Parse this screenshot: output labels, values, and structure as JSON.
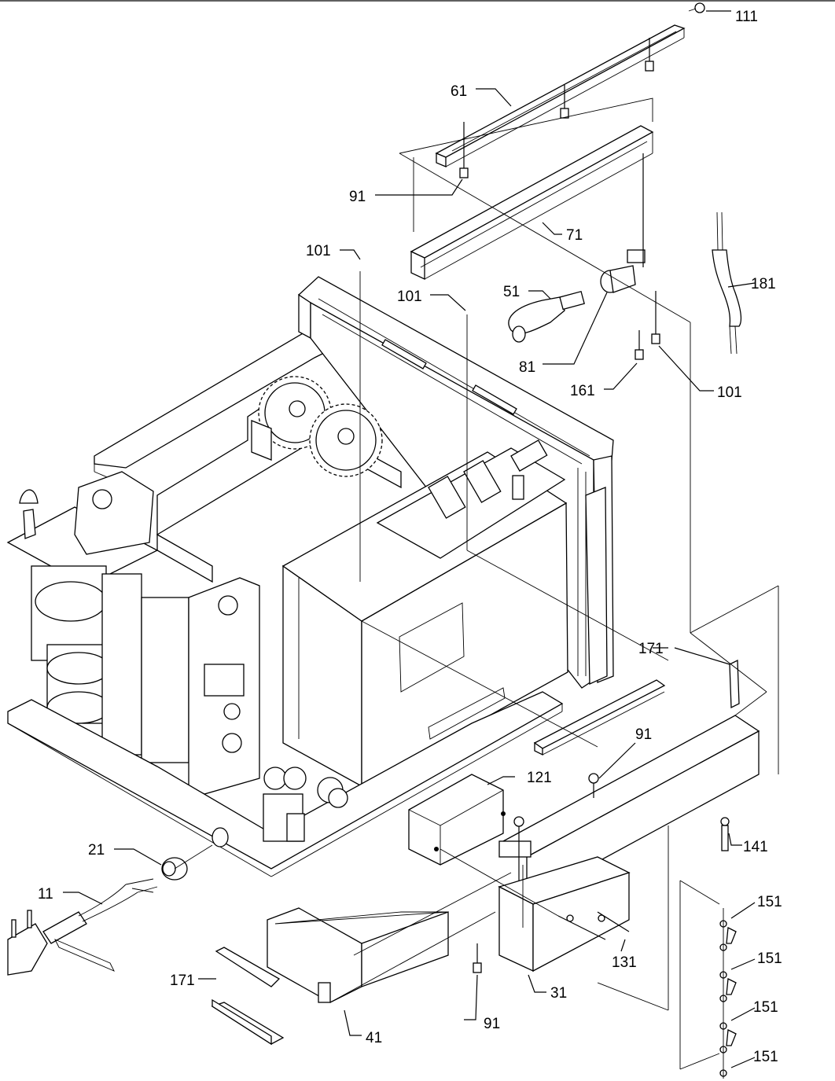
{
  "diagram": {
    "title": "",
    "callouts": {
      "c111": "111",
      "c61": "61",
      "c91a": "91",
      "c71": "71",
      "c101a": "101",
      "c101b": "101",
      "c51": "51",
      "c181": "181",
      "c81": "81",
      "c161": "161",
      "c101c": "101",
      "c171a": "171",
      "c91b": "91",
      "c121": "121",
      "c141": "141",
      "c21": "21",
      "c11": "11",
      "c151a": "151",
      "c151b": "151",
      "c151c": "151",
      "c151d": "151",
      "c131": "131",
      "c171b": "171",
      "c31": "31",
      "c91c": "91",
      "c41": "41"
    }
  }
}
